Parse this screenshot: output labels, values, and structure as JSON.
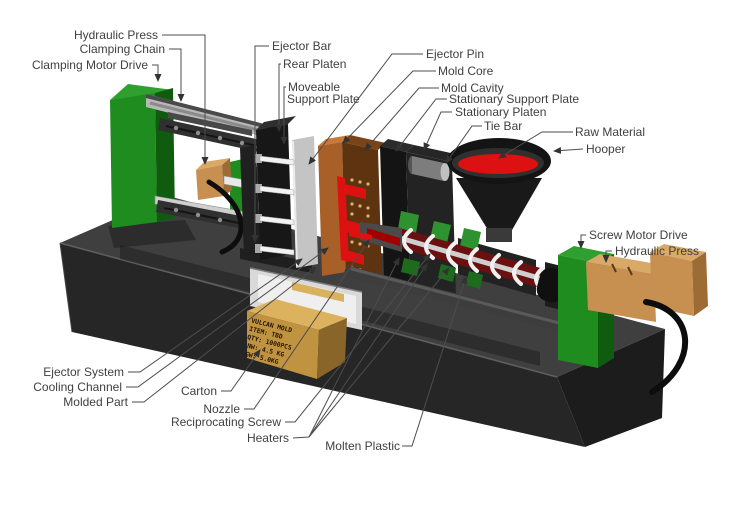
{
  "labels": {
    "hydraulic_press_left": "Hydraulic Press",
    "clamping_chain": "Clamping Chain",
    "clamping_motor_drive": "Clamping Motor Drive",
    "ejector_bar": "Ejector Bar",
    "rear_platen": "Rear Platen",
    "moveable_support_plate_line1": "Moveable",
    "moveable_support_plate_line2": "Support Plate",
    "ejector_pin": "Ejector Pin",
    "mold_core": "Mold Core",
    "mold_cavity": "Mold Cavity",
    "stationary_support_plate": "Stationary Support Plate",
    "stationary_platen": "Stationary Platen",
    "tie_bar": "Tie Bar",
    "raw_material": "Raw Material",
    "hooper": "Hooper",
    "screw_motor_drive": "Screw Motor Drive",
    "hydraulic_press_right": "Hydraulic Press",
    "ejector_system": "Ejector System",
    "cooling_channel": "Cooling Channel",
    "molded_part": "Molded Part",
    "carton": "Carton",
    "nozzle": "Nozzle",
    "reciprocating_screw": "Reciprocating Screw",
    "heaters": "Heaters",
    "molten_plastic": "Molten Plastic"
  },
  "carton": {
    "lines": [
      "VULCAN MOLD",
      "ITEM: TBD",
      "QTY: 1000PCS",
      "NW: 4.5 KG",
      "GW: 5.0KG"
    ]
  },
  "colors": {
    "green": "#1f8c1f",
    "green_light": "#2fa030",
    "green_dark": "#0f5c0f",
    "tan": "#c89050",
    "tan_light": "#d9a967",
    "tan_dark": "#9c6c34",
    "red": "#dd1111",
    "red_dark": "#a00000",
    "barrel_red": "#6a1010",
    "base_top": "#3f3f3f",
    "base_front": "#262626",
    "base_side": "#1c1c1c",
    "platen": "#171717",
    "plate_gray": "#c4c4c4",
    "steel": "#d9d9d9",
    "carton_front": "#bf9340",
    "carton_top": "#dcb25e",
    "carton_side": "#8a652a",
    "alcove": "#d9d9d9",
    "cable": "#0d0d0d",
    "label_text": "#3f3f3f",
    "leader_line": "#4d4d4d"
  }
}
